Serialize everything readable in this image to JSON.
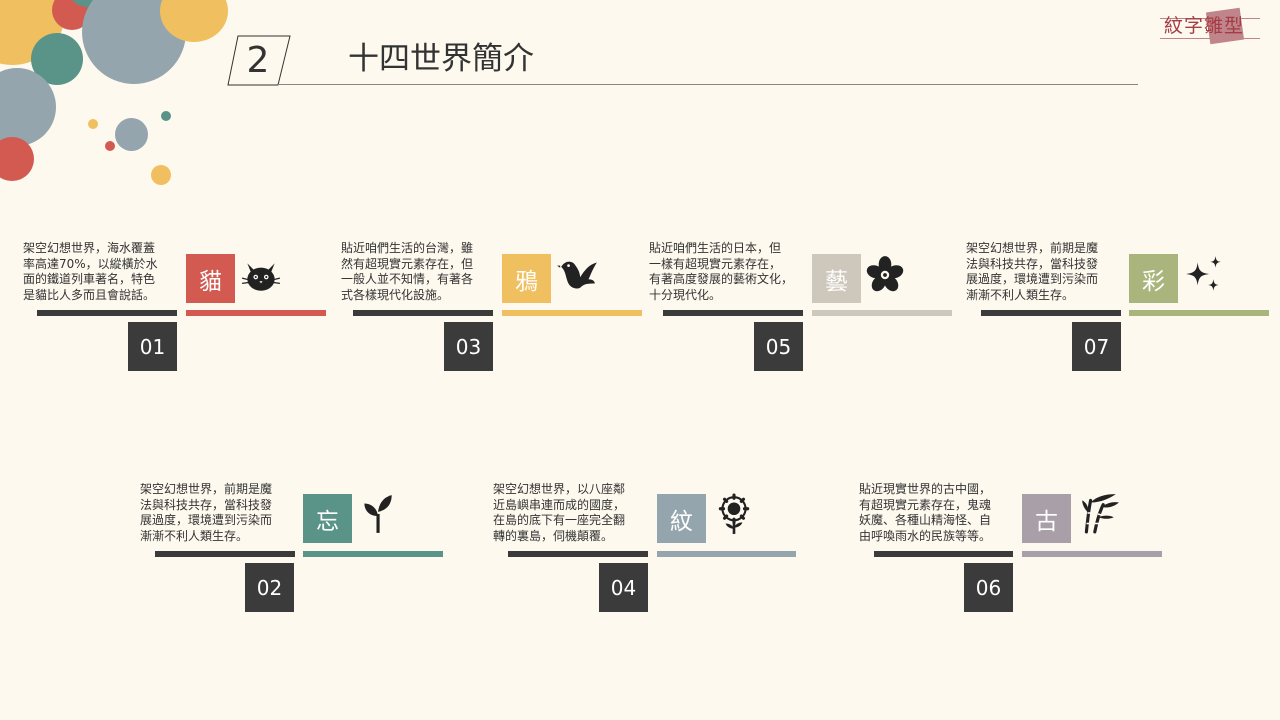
{
  "section_number": "2",
  "title": "十四世界簡介",
  "logo_text": "紋字雛型",
  "colors": {
    "background": "#fdf9ee",
    "red": "#d25a50",
    "yellow": "#f0c060",
    "teal": "#5a9488",
    "grey_blue": "#95a5ad",
    "beige": "#cec7bb",
    "olive": "#a9b57c",
    "mauve": "#a99fa8",
    "dark": "#3b3b3b"
  },
  "items": [
    {
      "number": "01",
      "char": "貓",
      "icon": "cat-icon",
      "color": "#d25a50",
      "lines": [
        "架空幻想世界，海水覆蓋",
        "率高達70%，以縱橫於水",
        "面的鐵道列車著名，特色",
        "是貓比人多而且會說話。"
      ]
    },
    {
      "number": "02",
      "char": "忘",
      "icon": "sprout-icon",
      "color": "#5a9488",
      "lines": [
        "架空幻想世界，前期是魔",
        "法與科技共存，當科技發",
        "展過度，環境遭到污染而",
        "漸漸不利人類生存。"
      ]
    },
    {
      "number": "03",
      "char": "鴉",
      "icon": "bird-icon",
      "color": "#f0c060",
      "lines": [
        "貼近咱們生活的台灣，雖",
        "然有超現實元素存在，但",
        "一般人並不知情，有著各",
        "式各樣現代化設施。"
      ]
    },
    {
      "number": "04",
      "char": "紋",
      "icon": "sunflower-icon",
      "color": "#95a5ad",
      "lines": [
        "架空幻想世界，以八座鄰",
        "近島嶼串連而成的國度，",
        "在島的底下有一座完全翻",
        "轉的裏島，伺機顛覆。"
      ]
    },
    {
      "number": "05",
      "char": "藝",
      "icon": "sakura-icon",
      "color": "#cec7bb",
      "lines": [
        "貼近咱們生活的日本，但",
        "一樣有超現實元素存在，",
        "有著高度發展的藝術文化，",
        "十分現代化。"
      ]
    },
    {
      "number": "06",
      "char": "古",
      "icon": "bamboo-icon",
      "color": "#a99fa8",
      "lines": [
        "貼近現實世界的古中國，",
        "有超現實元素存在，鬼魂",
        "妖魔、各種山精海怪、自",
        "由呼喚雨水的民族等等。"
      ]
    },
    {
      "number": "07",
      "char": "彩",
      "icon": "sparkle-icon",
      "color": "#a9b57c",
      "lines": [
        "架空幻想世界，前期是魔",
        "法與科技共存，當科技發",
        "展過度，環境遭到污染而",
        "漸漸不利人類生存。"
      ]
    }
  ]
}
